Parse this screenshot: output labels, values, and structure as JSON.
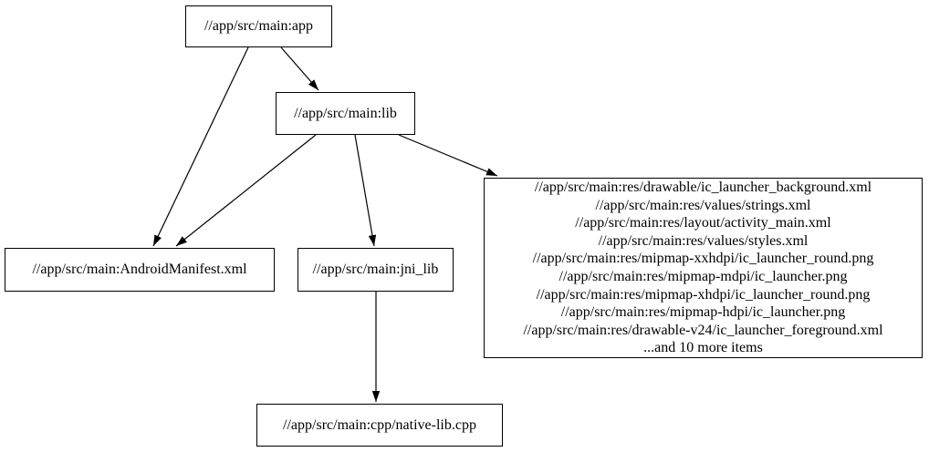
{
  "graph": {
    "background_color": "#ffffff",
    "node_border_color": "#000000",
    "edge_color": "#000000",
    "text_color": "#000000",
    "nodes": {
      "app": {
        "label": "//app/src/main:app"
      },
      "lib": {
        "label": "//app/src/main:lib"
      },
      "manifest": {
        "label": "//app/src/main:AndroidManifest.xml"
      },
      "jni_lib": {
        "label": "//app/src/main:jni_lib"
      },
      "res_group": {
        "lines": [
          "//app/src/main:res/drawable/ic_launcher_background.xml",
          "//app/src/main:res/values/strings.xml",
          "//app/src/main:res/layout/activity_main.xml",
          "//app/src/main:res/values/styles.xml",
          "//app/src/main:res/mipmap-xxhdpi/ic_launcher_round.png",
          "//app/src/main:res/mipmap-mdpi/ic_launcher.png",
          "//app/src/main:res/mipmap-xhdpi/ic_launcher_round.png",
          "//app/src/main:res/mipmap-hdpi/ic_launcher.png",
          "//app/src/main:res/drawable-v24/ic_launcher_foreground.xml",
          "...and 10 more items"
        ]
      },
      "native_lib": {
        "label": "//app/src/main:cpp/native-lib.cpp"
      }
    },
    "edges": [
      {
        "from": "app",
        "to": "lib"
      },
      {
        "from": "app",
        "to": "manifest"
      },
      {
        "from": "lib",
        "to": "manifest"
      },
      {
        "from": "lib",
        "to": "jni_lib"
      },
      {
        "from": "lib",
        "to": "res_group"
      },
      {
        "from": "jni_lib",
        "to": "native_lib"
      }
    ]
  }
}
